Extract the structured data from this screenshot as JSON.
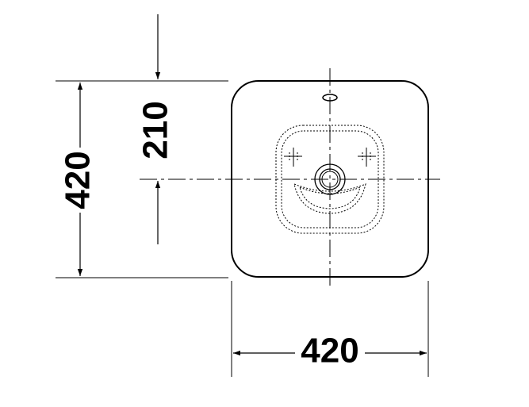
{
  "dimensions": {
    "height_total": "420",
    "height_to_center": "210",
    "width_total": "420"
  },
  "colors": {
    "ink": "#000000",
    "background": "#ffffff"
  }
}
